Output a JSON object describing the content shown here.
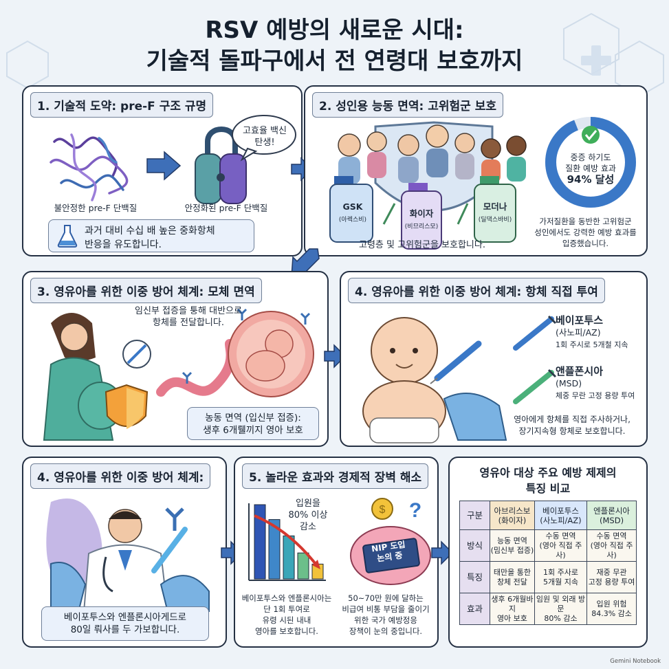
{
  "title": {
    "line1": "RSV 예방의 새로운 시대:",
    "line2": "기술적 돌파구에서 전 연령대 보호까지"
  },
  "panel1": {
    "title": "1. 기술적 도약: pre-F 구조 규명",
    "bubble_line1": "고효율 백신",
    "bubble_line2": "탄생!",
    "unstable_label": "불안정한 pre-F 단백질",
    "stable_label": "안정화된 pre-F 단백질",
    "box_line1": "과거 대비 수십 배 높은 중화항체",
    "box_line2": "반응을 유도합니다."
  },
  "panel2": {
    "title": "2. 성인용 능동 면역: 고위험군 보호",
    "vial1_name": "GSK",
    "vial1_sub": "(아렉스비)",
    "vial2_name": "화이자",
    "vial2_sub": "(비므리스모)",
    "vial3_name": "모더나",
    "vial3_sub": "(딜댁스바비)",
    "caption": "고령층 및 고위험군을 보호합니다.",
    "ring_line1": "중증 하기도",
    "ring_line2": "질환 예방 효과",
    "ring_value": "94% 달성",
    "ring_fraction": 0.94,
    "side_line1": "가저질환을 동반한 고위험군",
    "side_line2": "성인에서도 강력한 예방 효과를",
    "side_line3": "입증했습니다."
  },
  "panel3": {
    "title": "3. 영유아를 위한 이중 방어 체계: 모체 면역",
    "top_line1": "임신부 접증을 퉁해 대반으로",
    "top_line2": "항체를 전달합니다.",
    "box_line1": "농동 면역 (입신부 접증):",
    "box_line2": "생후 6개뤨끼지 영아 보호"
  },
  "panel4": {
    "title": "4. 영유아를 위한 이중 방어 체계: 항체 직접 투여",
    "drug1_name": "베이포투스",
    "drug1_maker": "(사노피/AZ)",
    "drug1_desc": "1회 주시로 5개철 지속",
    "drug2_name": "앤플폰시아",
    "drug2_maker": "(MSD)",
    "drug2_desc": "체중 무란 고정 용량 투여",
    "bottom_line1": "영아에게 항체를 직접 주사하거나,",
    "bottom_line2": "장기지속형 항체로 보호합니다."
  },
  "panel5": {
    "title": "4. 영유아를 위한 이중 방어 체계:",
    "box_line1": "베이포투스와 엔플론시아게드로",
    "box_line2": "80일 뤄사를 두 가보합니다."
  },
  "panel6": {
    "title": "5. 놀라운 효과와 경제적 장벽 해소",
    "chart_label_line1": "입원을",
    "chart_label_line2": "80% 이상",
    "chart_label_line3": "감소",
    "left_line1": "베이포투스와 엔플론시아는",
    "left_line2": "단 1회 투여로",
    "left_line3": "유령 시듼 내내",
    "left_line4": "영아를 보호합니다.",
    "sign_line1": "NIP 도입",
    "sign_line2": "논의 중",
    "right_line1": "50~70만 원에 달하는",
    "right_line2": "비급여 비통 부담을 줄이기",
    "right_line3": "위한 국가 예방정응",
    "right_line4": "장책이 눈의 중입니다."
  },
  "chart_data": {
    "type": "bar",
    "values": [
      100,
      80,
      58,
      35,
      20
    ],
    "ylim": [
      0,
      100
    ],
    "colors": [
      "#2f55b4",
      "#3f87c9",
      "#3aa6b8",
      "#6cbf8a",
      "#f2c23a"
    ],
    "annotation": "입원을 80% 이상 감소"
  },
  "compare": {
    "title_line1": "영유아 대상 주요 예방 제제의",
    "title_line2": "특징 비교",
    "corner": "구분",
    "col1_line1": "아브리스보",
    "col1_line2": "(화이자)",
    "col2_line1": "베이포투스",
    "col2_line2": "(사노피/AZ)",
    "col3_line1": "엔플론시아",
    "col3_line2": "(MSD)",
    "row1_head": "방식",
    "r1c1_line1": "능동 면역",
    "r1c1_line2": "(밈신부 접증)",
    "r1c2_line1": "수동 면역",
    "r1c2_line2": "(영아 직접 주사)",
    "r1c3_line1": "수동 면역",
    "r1c3_line2": "(영아 직접 주사)",
    "row2_head": "특징",
    "r2c1_line1": "태만을 통한",
    "r2c1_line2": "창체 전달",
    "r2c2_line1": "1회 주사로",
    "r2c2_line2": "5개월 지속",
    "r2c3_line1": "재중 무관",
    "r2c3_line2": "고정 용량 투여",
    "row3_head": "효과",
    "r3c1_line1": "생후 6개월바지",
    "r3c1_line2": "영아 보호",
    "r3c2_line1": "임원 및 외래 방문",
    "r3c2_line2": "80% 감소",
    "r3c3_line1": "입원 위험",
    "r3c3_line2": "84.3% 감소",
    "brand": "Gemini Notebook"
  }
}
